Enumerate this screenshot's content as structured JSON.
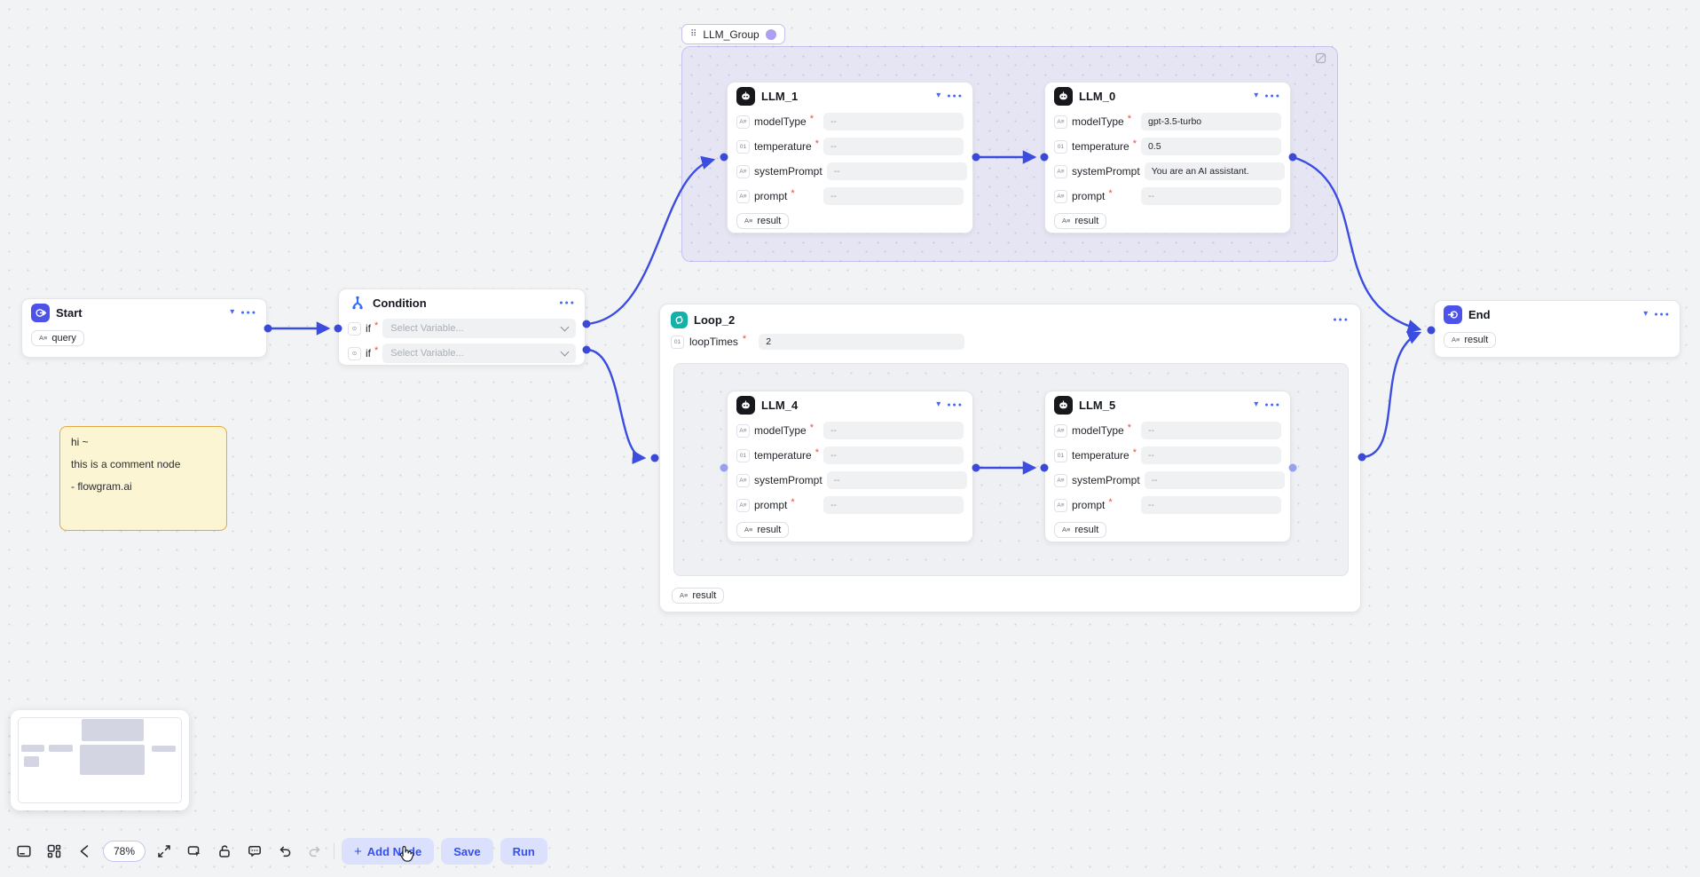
{
  "icons": {
    "caret": "▾",
    "ellipsis": "●●●",
    "drag_handle": "⠿",
    "type_text": "A≡",
    "type_number": "01",
    "if_type": "⊙",
    "required_mark": "*",
    "plus": "+"
  },
  "group": {
    "label": "LLM_Group"
  },
  "nodes": {
    "start": {
      "title": "Start",
      "output_badge": "query"
    },
    "condition": {
      "title": "Condition",
      "rows": [
        {
          "label": "if",
          "placeholder": "Select Variable..."
        },
        {
          "label": "if",
          "placeholder": "Select Variable..."
        }
      ]
    },
    "llm_1": {
      "title": "LLM_1",
      "fields": [
        {
          "name": "modelType",
          "value": "--"
        },
        {
          "name": "temperature",
          "value": "--"
        },
        {
          "name": "systemPrompt",
          "value": "--"
        },
        {
          "name": "prompt",
          "value": "--"
        }
      ],
      "result_badge": "result"
    },
    "llm_0": {
      "title": "LLM_0",
      "fields": [
        {
          "name": "modelType",
          "value": "gpt-3.5-turbo"
        },
        {
          "name": "temperature",
          "value": "0.5"
        },
        {
          "name": "systemPrompt",
          "value": "You are an AI assistant."
        },
        {
          "name": "prompt",
          "value": "--"
        }
      ],
      "result_badge": "result"
    },
    "loop": {
      "title": "Loop_2",
      "field": {
        "name": "loopTimes",
        "value": "2"
      },
      "result_badge": "result"
    },
    "llm_4": {
      "title": "LLM_4",
      "fields": [
        {
          "name": "modelType",
          "value": "--"
        },
        {
          "name": "temperature",
          "value": "--"
        },
        {
          "name": "systemPrompt",
          "value": "--"
        },
        {
          "name": "prompt",
          "value": "--"
        }
      ],
      "result_badge": "result"
    },
    "llm_5": {
      "title": "LLM_5",
      "fields": [
        {
          "name": "modelType",
          "value": "--"
        },
        {
          "name": "temperature",
          "value": "--"
        },
        {
          "name": "systemPrompt",
          "value": "--"
        },
        {
          "name": "prompt",
          "value": "--"
        }
      ],
      "result_badge": "result"
    },
    "end": {
      "title": "End",
      "output_badge": "result"
    }
  },
  "comment": {
    "lines": [
      "hi ~",
      "this is a comment node",
      "- flowgram.ai"
    ]
  },
  "toolbar": {
    "zoom_level": "78%",
    "add_node": "Add Node",
    "save": "Save",
    "run": "Run"
  },
  "colors": {
    "edge": "#3a4de0",
    "port": "#3a49d6",
    "accent_blue": "#3e68ff",
    "group_purple": "#7c6cee",
    "loop_teal": "#12b2a9",
    "required_red": "#f5483b",
    "comment_bg": "#fcf5d3",
    "comment_border": "#e5a83e",
    "button_bg": "#dbe1fc",
    "button_text": "#3450f0"
  }
}
